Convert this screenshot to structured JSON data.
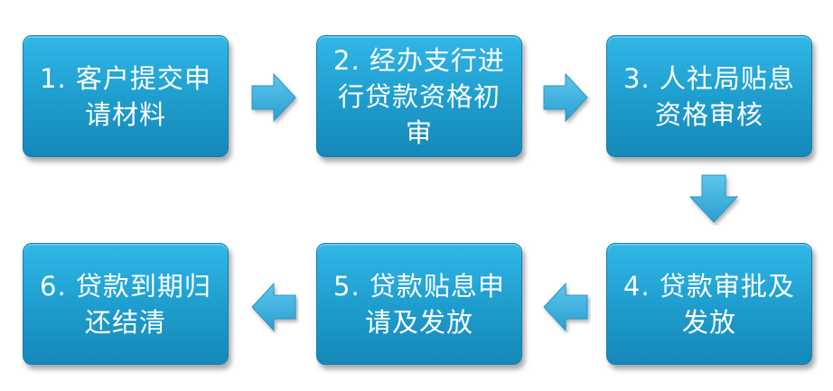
{
  "steps": [
    {
      "id": "step1",
      "label": "1. 客户提交申请材料"
    },
    {
      "id": "step2",
      "label": "2. 经办支行进行贷款资格初审"
    },
    {
      "id": "step3",
      "label": "3. 人社局贴息资格审核"
    },
    {
      "id": "step4",
      "label": "4. 贷款审批及发放"
    },
    {
      "id": "step5",
      "label": "5. 贷款贴息申请及发放"
    },
    {
      "id": "step6",
      "label": "6. 贷款到期归还结清"
    }
  ],
  "colors": {
    "box_top": "#31b7e7",
    "box_bottom": "#1688b9",
    "arrow": "#3bb0dc",
    "text": "#ffffff"
  }
}
